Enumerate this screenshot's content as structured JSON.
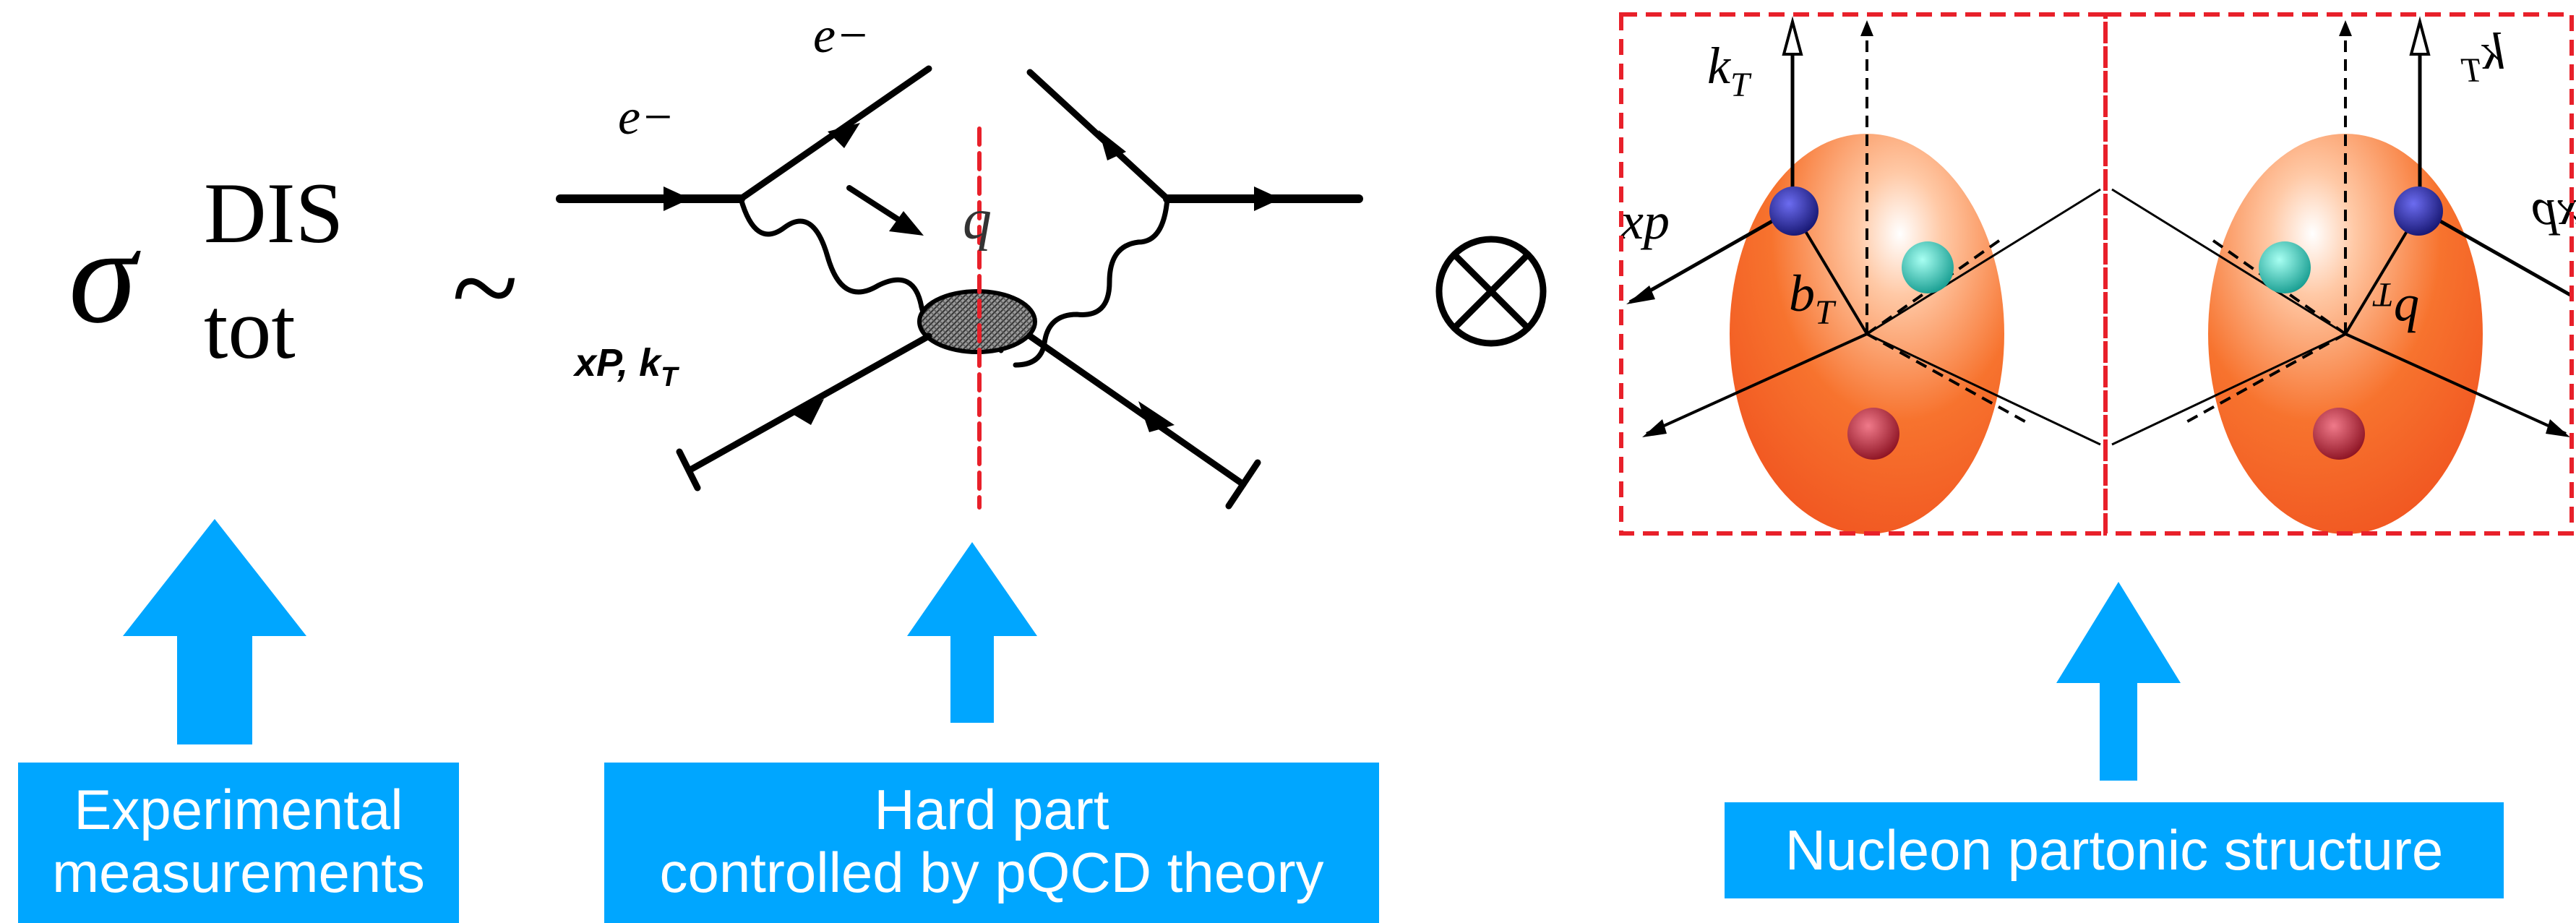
{
  "formula": {
    "symbol": "σ",
    "superscript": "DIS",
    "subscript": "tot",
    "relation": "~",
    "tensor_symbol": "⊗"
  },
  "feynman": {
    "electron_label_top": "e−",
    "electron_label_left": "e−",
    "photon_label": "q",
    "parton_label_main": "xP, k",
    "parton_label_sub": "T"
  },
  "nucleon": {
    "left": {
      "k_label": "k",
      "k_sub": "T",
      "x_label": "xp",
      "b_label": "b",
      "b_sub": "T"
    },
    "right": {
      "k_label": "k",
      "k_sub": "T",
      "x_label": "xp",
      "b_label": "b",
      "b_sub": "T"
    }
  },
  "labels": {
    "experimental_line1": "Experimental",
    "experimental_line2": "measurements",
    "hardpart_line1": "Hard part",
    "hardpart_line2": "controlled by pQCD theory",
    "nucleon_line1": "Nucleon partonic structure"
  },
  "colors": {
    "arrow_blue": "#00a6ff",
    "dashed_red": "#e8202a",
    "nucleon_orange": "#f05a28",
    "quark_blue": "#1a1a8c",
    "quark_teal": "#1fbfb0",
    "quark_red": "#b01a2c"
  }
}
